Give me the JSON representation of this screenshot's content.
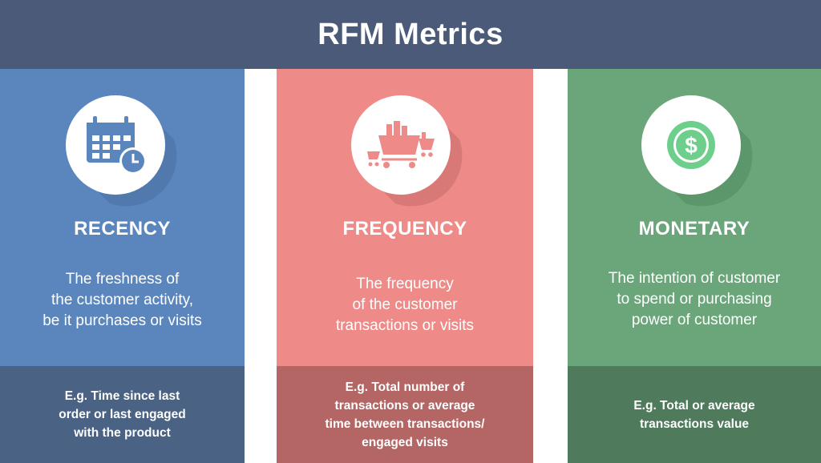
{
  "header": {
    "title": "RFM Metrics"
  },
  "columns": [
    {
      "icon": "calendar-clock-icon",
      "title": "RECENCY",
      "description": [
        "The freshness of",
        "the customer activity,",
        "be it purchases or visits"
      ],
      "example": [
        "E.g. Time since last",
        "order or last engaged",
        "with the product"
      ]
    },
    {
      "icon": "shopping-cart-icon",
      "title": "FREQUENCY",
      "description": [
        "The frequency",
        "of the customer",
        "transactions or visits"
      ],
      "example": [
        "E.g. Total number of",
        "transactions or average",
        "time between transactions/",
        "engaged visits"
      ]
    },
    {
      "icon": "dollar-coin-icon",
      "title": "MONETARY",
      "description": [
        "The intention of customer",
        "to spend or purchasing",
        "power of customer"
      ],
      "example": [
        "E.g. Total or average",
        "transactions value"
      ]
    }
  ],
  "colors": {
    "header": "#4a5a78",
    "recency": "#5a86bd",
    "frequency": "#ee8a87",
    "monetary": "#6aa67a"
  }
}
